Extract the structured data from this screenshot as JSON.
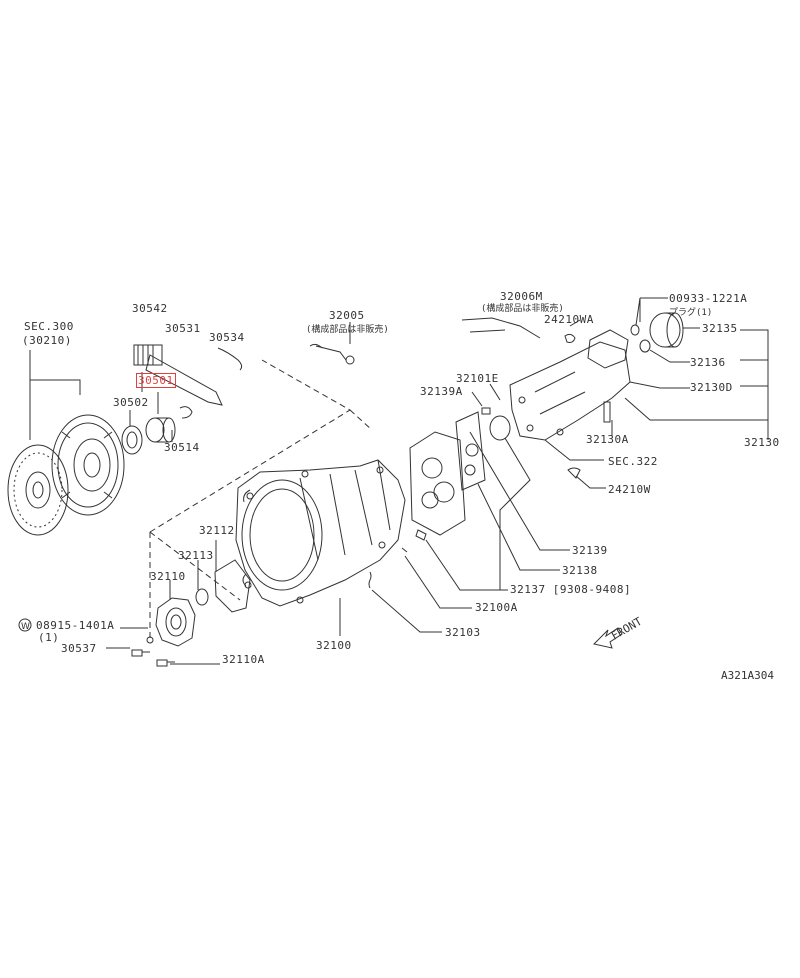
{
  "diagram": {
    "code": "A321A304",
    "front_label": "FRONT",
    "highlight_color": "#e04040",
    "labels": {
      "sec300": "SEC.300",
      "sec300_sub": "(30210)",
      "p30542": "30542",
      "p30531": "30531",
      "p30534": "30534",
      "p30501": "30501",
      "p30502": "30502",
      "p30514": "30514",
      "p32005": "32005",
      "p32005_note": "(構成部品は非販売)",
      "p32006m": "32006M",
      "p32006m_note": "(構成部品は非販売)",
      "p24210wa": "24210WA",
      "p00933": "00933-1221A",
      "p00933_note": "プラグ(1)",
      "p32135": "32135",
      "p32136": "32136",
      "p32130d": "32130D",
      "p32130": "32130",
      "p32101e": "32101E",
      "p32139a": "32139A",
      "p32130a": "32130A",
      "sec322": "SEC.322",
      "p24210w": "24210W",
      "p32112": "32112",
      "p32113": "32113",
      "p32110": "32110",
      "p08915": "08915-1401A",
      "p08915_qty": "(1)",
      "w_mark": "W",
      "p30537": "30537",
      "p32110a": "32110A",
      "p32100": "32100",
      "p32103": "32103",
      "p32100a": "32100A",
      "p32137": "32137 [9308-9408]",
      "p32138": "32138",
      "p32139": "32139"
    }
  }
}
